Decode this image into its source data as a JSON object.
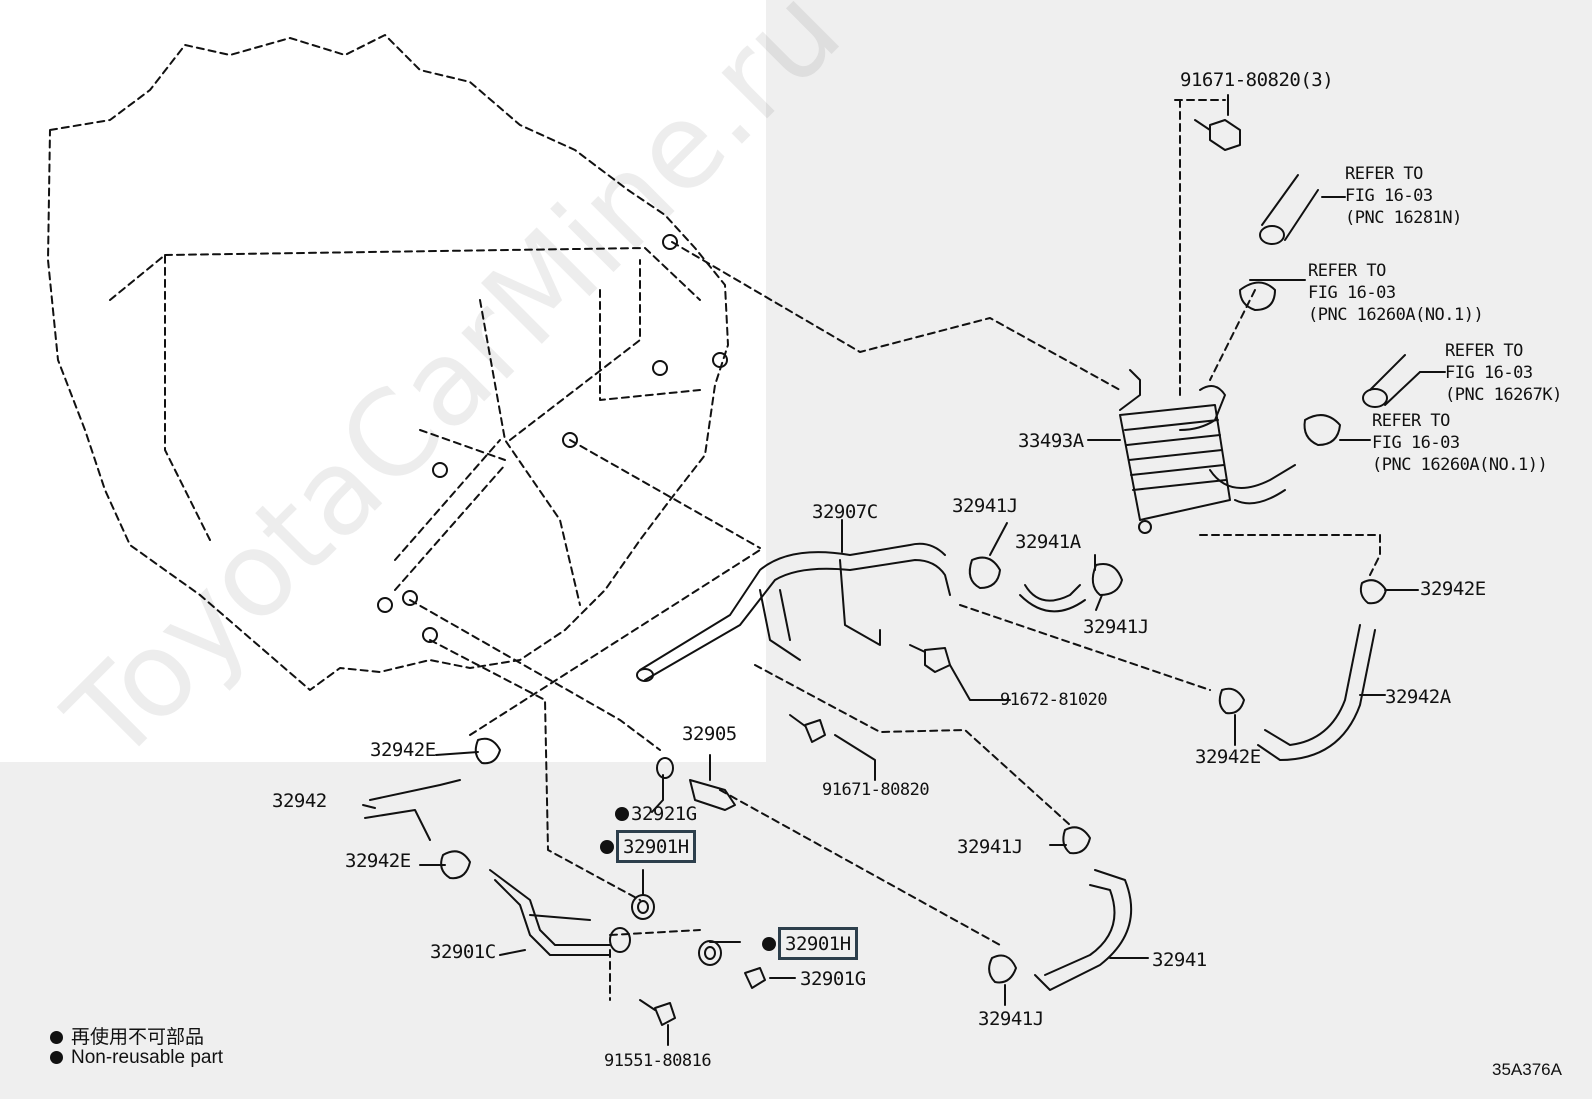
{
  "watermark": "ToyotaCarMine.ru",
  "figure_code": "35A376A",
  "legend": {
    "jp": "再使用不可部品",
    "en": "Non-reusable part"
  },
  "labels": {
    "p91671_80820_3": "91671-80820(3)",
    "p33493A": "33493A",
    "p32907C": "32907C",
    "p32941J_a": "32941J",
    "p32941A": "32941A",
    "p32941J_b": "32941J",
    "p32942E_a": "32942E",
    "p91672_81020": "91672-81020",
    "p32942A": "32942A",
    "p32942E_b": "32942E",
    "p32942E_c": "32942E",
    "p32905": "32905",
    "p91671_80820": "91671-80820",
    "p32942": "32942",
    "p32921G": "32921G",
    "p32901H_a": "32901H",
    "p32942E_d": "32942E",
    "p32941J_c": "32941J",
    "p32901C": "32901C",
    "p32901H_b": "32901H",
    "p32901G": "32901G",
    "p32941": "32941",
    "p32941J_d": "32941J",
    "p91551_80816": "91551-80816"
  },
  "refers": {
    "r1": [
      "REFER TO",
      "FIG 16-03",
      "(PNC 16281N)"
    ],
    "r2": [
      "REFER TO",
      "FIG 16-03",
      "(PNC 16260A(NO.1))"
    ],
    "r3": [
      "REFER TO",
      "FIG 16-03",
      "(PNC 16267K)"
    ],
    "r4": [
      "REFER TO",
      "FIG 16-03",
      "(PNC 16260A(NO.1))"
    ]
  }
}
